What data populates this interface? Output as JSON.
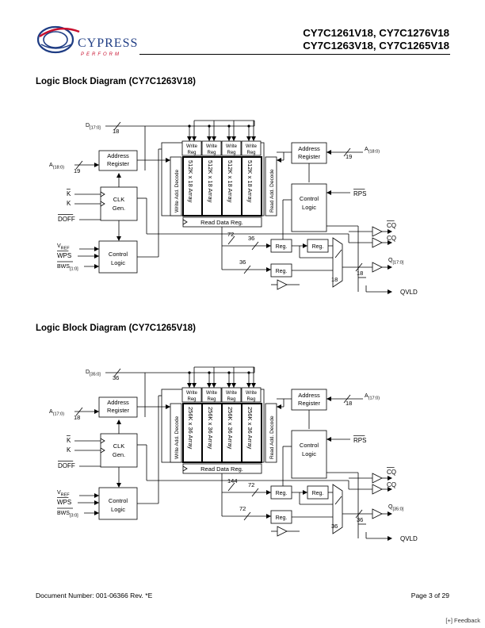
{
  "header": {
    "brand": "CYPRESS",
    "tagline": "PERFORM",
    "part_line1": "CY7C1261V18, CY7C1276V18",
    "part_line2": "CY7C1263V18, CY7C1265V18"
  },
  "diagrams": [
    {
      "title": "Logic Block Diagram (CY7C1263V18)",
      "d_bus": "D",
      "d_bus_sub": "[17:0]",
      "d_width": "18",
      "a_left": "A",
      "a_left_sub": "(18:0)",
      "a_left_width": "19",
      "a_right": "A",
      "a_right_sub": "(18:0)",
      "a_right_width": "19",
      "array": "512K x 18 Array",
      "bws": "BWS",
      "bws_sub": "[1:0]",
      "q_bus": "Q",
      "q_sub": "[17:0]",
      "bus_a": "72",
      "bus_b": "36",
      "bus_c": "36",
      "bus_d": "18",
      "bus_e": "18"
    },
    {
      "title": "Logic Block Diagram (CY7C1265V18)",
      "d_bus": "D",
      "d_bus_sub": "[35:0]",
      "d_width": "36",
      "a_left": "A",
      "a_left_sub": "(17:0)",
      "a_left_width": "18",
      "a_right": "A",
      "a_right_sub": "(17:0)",
      "a_right_width": "18",
      "array": "256K x 36 Array",
      "bws": "BWS",
      "bws_sub": "[3:0]",
      "q_bus": "Q",
      "q_sub": "[35:0]",
      "bus_a": "144",
      "bus_b": "72",
      "bus_c": "72",
      "bus_d": "36",
      "bus_e": "36"
    }
  ],
  "labels": {
    "address_register": [
      "Address",
      "Register"
    ],
    "clk_gen": [
      "CLK",
      "Gen."
    ],
    "control_logic": [
      "Control",
      "Logic"
    ],
    "write_reg": [
      "Write",
      "Reg"
    ],
    "write_add_decode": "Write Add. Decode",
    "read_add_decode": "Read Add. Decode",
    "read_data_reg": "Read Data Reg.",
    "reg": "Reg.",
    "k": "K",
    "k_bar": "K",
    "doff": "DOFF",
    "vref": "V",
    "vref_sub": "REF",
    "wps": "WPS",
    "rps": "RPS",
    "cq": "CQ",
    "cq_bar": "CQ",
    "qvld": "QVLD"
  },
  "footer": {
    "doc_number": "Document Number: 001-06366 Rev. *E",
    "page": "Page 3 of 29",
    "feedback": "[+] Feedback"
  }
}
